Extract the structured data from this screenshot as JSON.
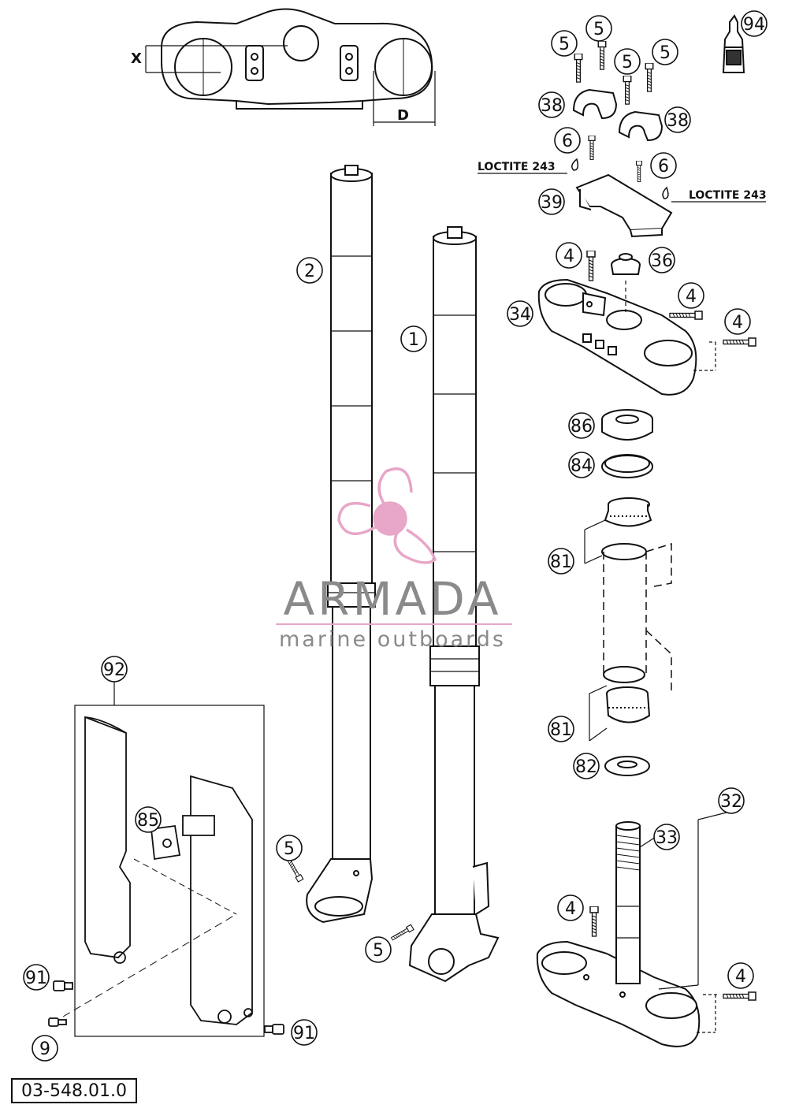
{
  "diagram": {
    "callouts": {
      "c1": "1",
      "c2": "2",
      "c4a": "4",
      "c4b": "4",
      "c4c": "4",
      "c4d": "4",
      "c4e": "4",
      "c5a": "5",
      "c5b": "5",
      "c5c": "5",
      "c5d": "5",
      "c5e": "5",
      "c5f": "5",
      "c6a": "6",
      "c6b": "6",
      "c9": "9",
      "c32": "32",
      "c33": "33",
      "c34": "34",
      "c36": "36",
      "c38a": "38",
      "c38b": "38",
      "c39": "39",
      "c81a": "81",
      "c81b": "81",
      "c82": "82",
      "c84": "84",
      "c85": "85",
      "c86": "86",
      "c91a": "91",
      "c91b": "91",
      "c92": "92",
      "c94": "94"
    },
    "loctite_label_1": "LOCTITE 243",
    "loctite_label_2": "LOCTITE 243",
    "dim_x": "X",
    "dim_d": "D",
    "reference_number": "03-548.01.0"
  },
  "watermark": {
    "title": "ARMADA",
    "subtitle": "marine outboards",
    "color_pink": "#e8a6c8",
    "color_gray": "#8a8a8a"
  }
}
